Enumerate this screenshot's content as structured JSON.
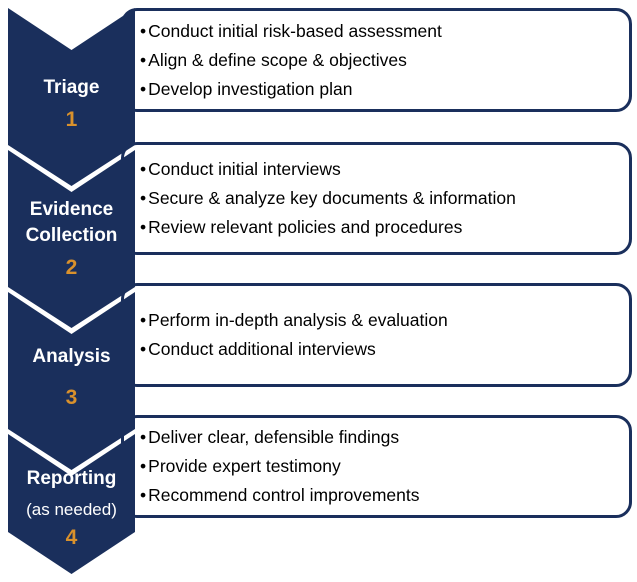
{
  "diagram": {
    "colors": {
      "navy": "#1A2F5C",
      "gold": "#D9912C",
      "bullet_text": "#000000",
      "label_text": "#FFFFFF",
      "box_fill": "#FFFFFF"
    },
    "stages": [
      {
        "label": "Triage",
        "number": "1",
        "bullets": [
          "Conduct initial risk-based assessment",
          "Align & define scope & objectives",
          "Develop investigation plan"
        ]
      },
      {
        "label": "Evidence Collection",
        "number": "2",
        "bullets": [
          "Conduct initial interviews",
          "Secure & analyze key documents & information",
          "Review relevant policies and procedures"
        ]
      },
      {
        "label": "Analysis",
        "number": "3",
        "bullets": [
          "Perform in-depth analysis & evaluation",
          "Conduct additional interviews"
        ]
      },
      {
        "label": "Reporting",
        "sublabel": "(as needed)",
        "number": "4",
        "bullets": [
          "Deliver clear, defensible findings",
          "Provide expert testimony",
          "Recommend control improvements"
        ]
      }
    ]
  }
}
